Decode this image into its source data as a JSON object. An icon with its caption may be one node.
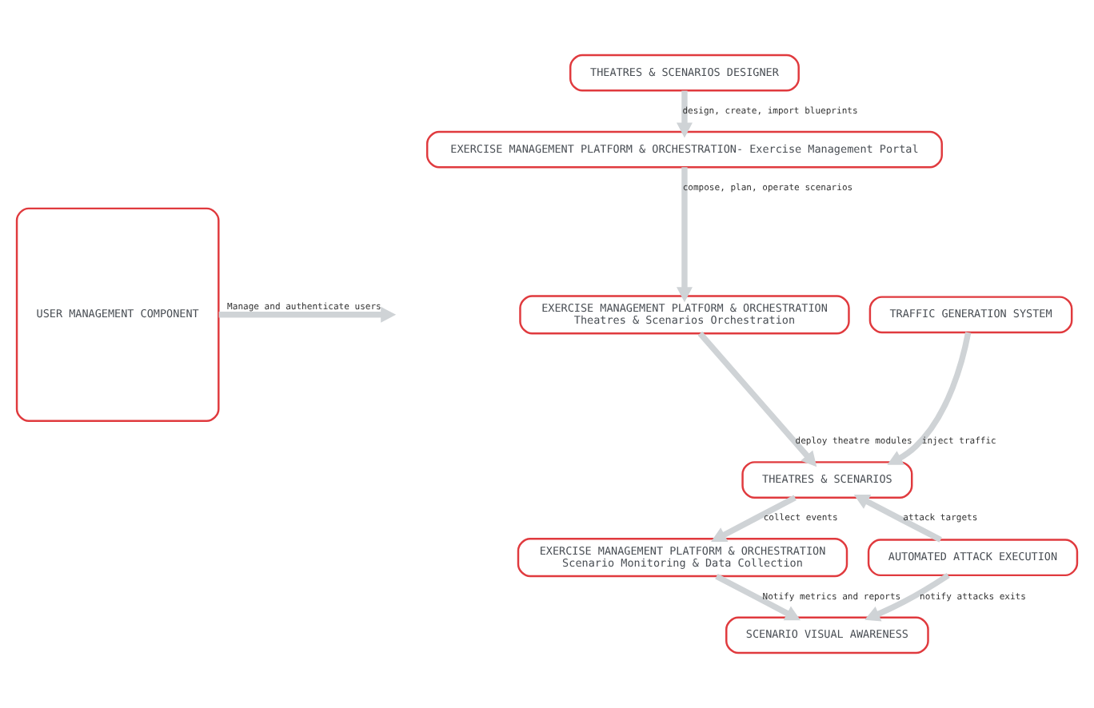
{
  "diagram": {
    "nodes": [
      {
        "text": [
          "USER MANAGEMENT COMPONENT"
        ]
      },
      {
        "text": [
          "THEATRES & SCENARIOS DESIGNER"
        ]
      },
      {
        "text": [
          "EXERCISE MANAGEMENT PLATFORM & ORCHESTRATION- Exercise Management Portal"
        ]
      },
      {
        "text": [
          "EXERCISE MANAGEMENT PLATFORM & ORCHESTRATION",
          "Theatres & Scenarios Orchestration"
        ]
      },
      {
        "text": [
          "TRAFFIC GENERATION SYSTEM"
        ]
      },
      {
        "text": [
          "THEATRES & SCENARIOS"
        ]
      },
      {
        "text": [
          "EXERCISE MANAGEMENT PLATFORM & ORCHESTRATION",
          "Scenario Monitoring & Data Collection"
        ]
      },
      {
        "text": [
          "AUTOMATED ATTACK EXECUTION"
        ]
      },
      {
        "text": [
          "SCENARIO VISUAL AWARENESS"
        ]
      }
    ],
    "edges": [
      {
        "from": 1,
        "to": 2,
        "arrow": "to",
        "label": "design, create, import blueprints"
      },
      {
        "from": 2,
        "to": 3,
        "arrow": "to",
        "label": "compose, plan, operate scenarios"
      },
      {
        "from": 3,
        "to": 5,
        "arrow": "to",
        "label": "deploy theatre modules"
      },
      {
        "from": 4,
        "to": 5,
        "arrow": "to",
        "label": "inject traffic"
      },
      {
        "from": 5,
        "to": 6,
        "arrow": "to",
        "label": "collect events"
      },
      {
        "from": 7,
        "to": 5,
        "arrow": "to",
        "label": "attack targets"
      },
      {
        "from": 6,
        "to": 8,
        "arrow": "to",
        "label": "Notify metrics and reports"
      },
      {
        "from": 7,
        "to": 8,
        "arrow": "to",
        "label": "notify attacks exits"
      },
      {
        "from": 0,
        "to": null,
        "arrow": "to",
        "label": "Manage and authenticate users"
      }
    ]
  }
}
